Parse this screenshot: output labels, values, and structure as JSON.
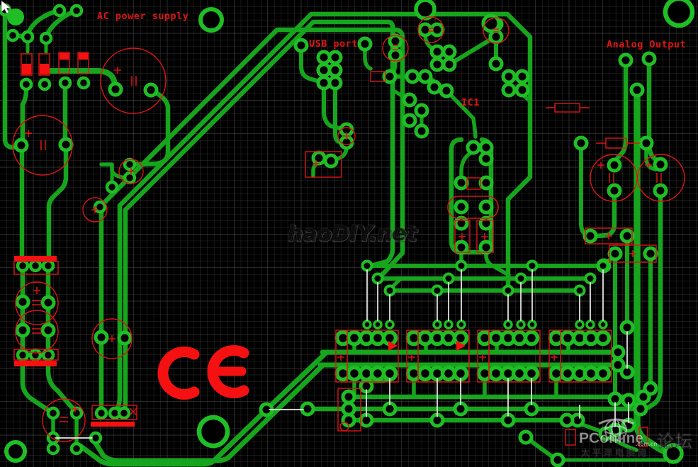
{
  "board": {
    "labels": {
      "power_section": "AC power supply",
      "usb_section": "USB port",
      "chip": "IC1",
      "analog_section": "Analog Output"
    },
    "ce_mark": "CE",
    "colors": {
      "background": "#000000",
      "grid": "#3a3a3a",
      "grid_major": "#565656",
      "trace": "#16a51c",
      "pad": "#1fbe25",
      "silkscreen": "#de1414",
      "silkscreen_bright": "#f51111",
      "airwire": "#ebebeb"
    }
  },
  "watermarks": {
    "center": "haoDIY.net",
    "brand": "PConline",
    "brand_domain": ".com.cn",
    "brand_chinese": "太平洋电脑网",
    "forum": "论坛"
  }
}
